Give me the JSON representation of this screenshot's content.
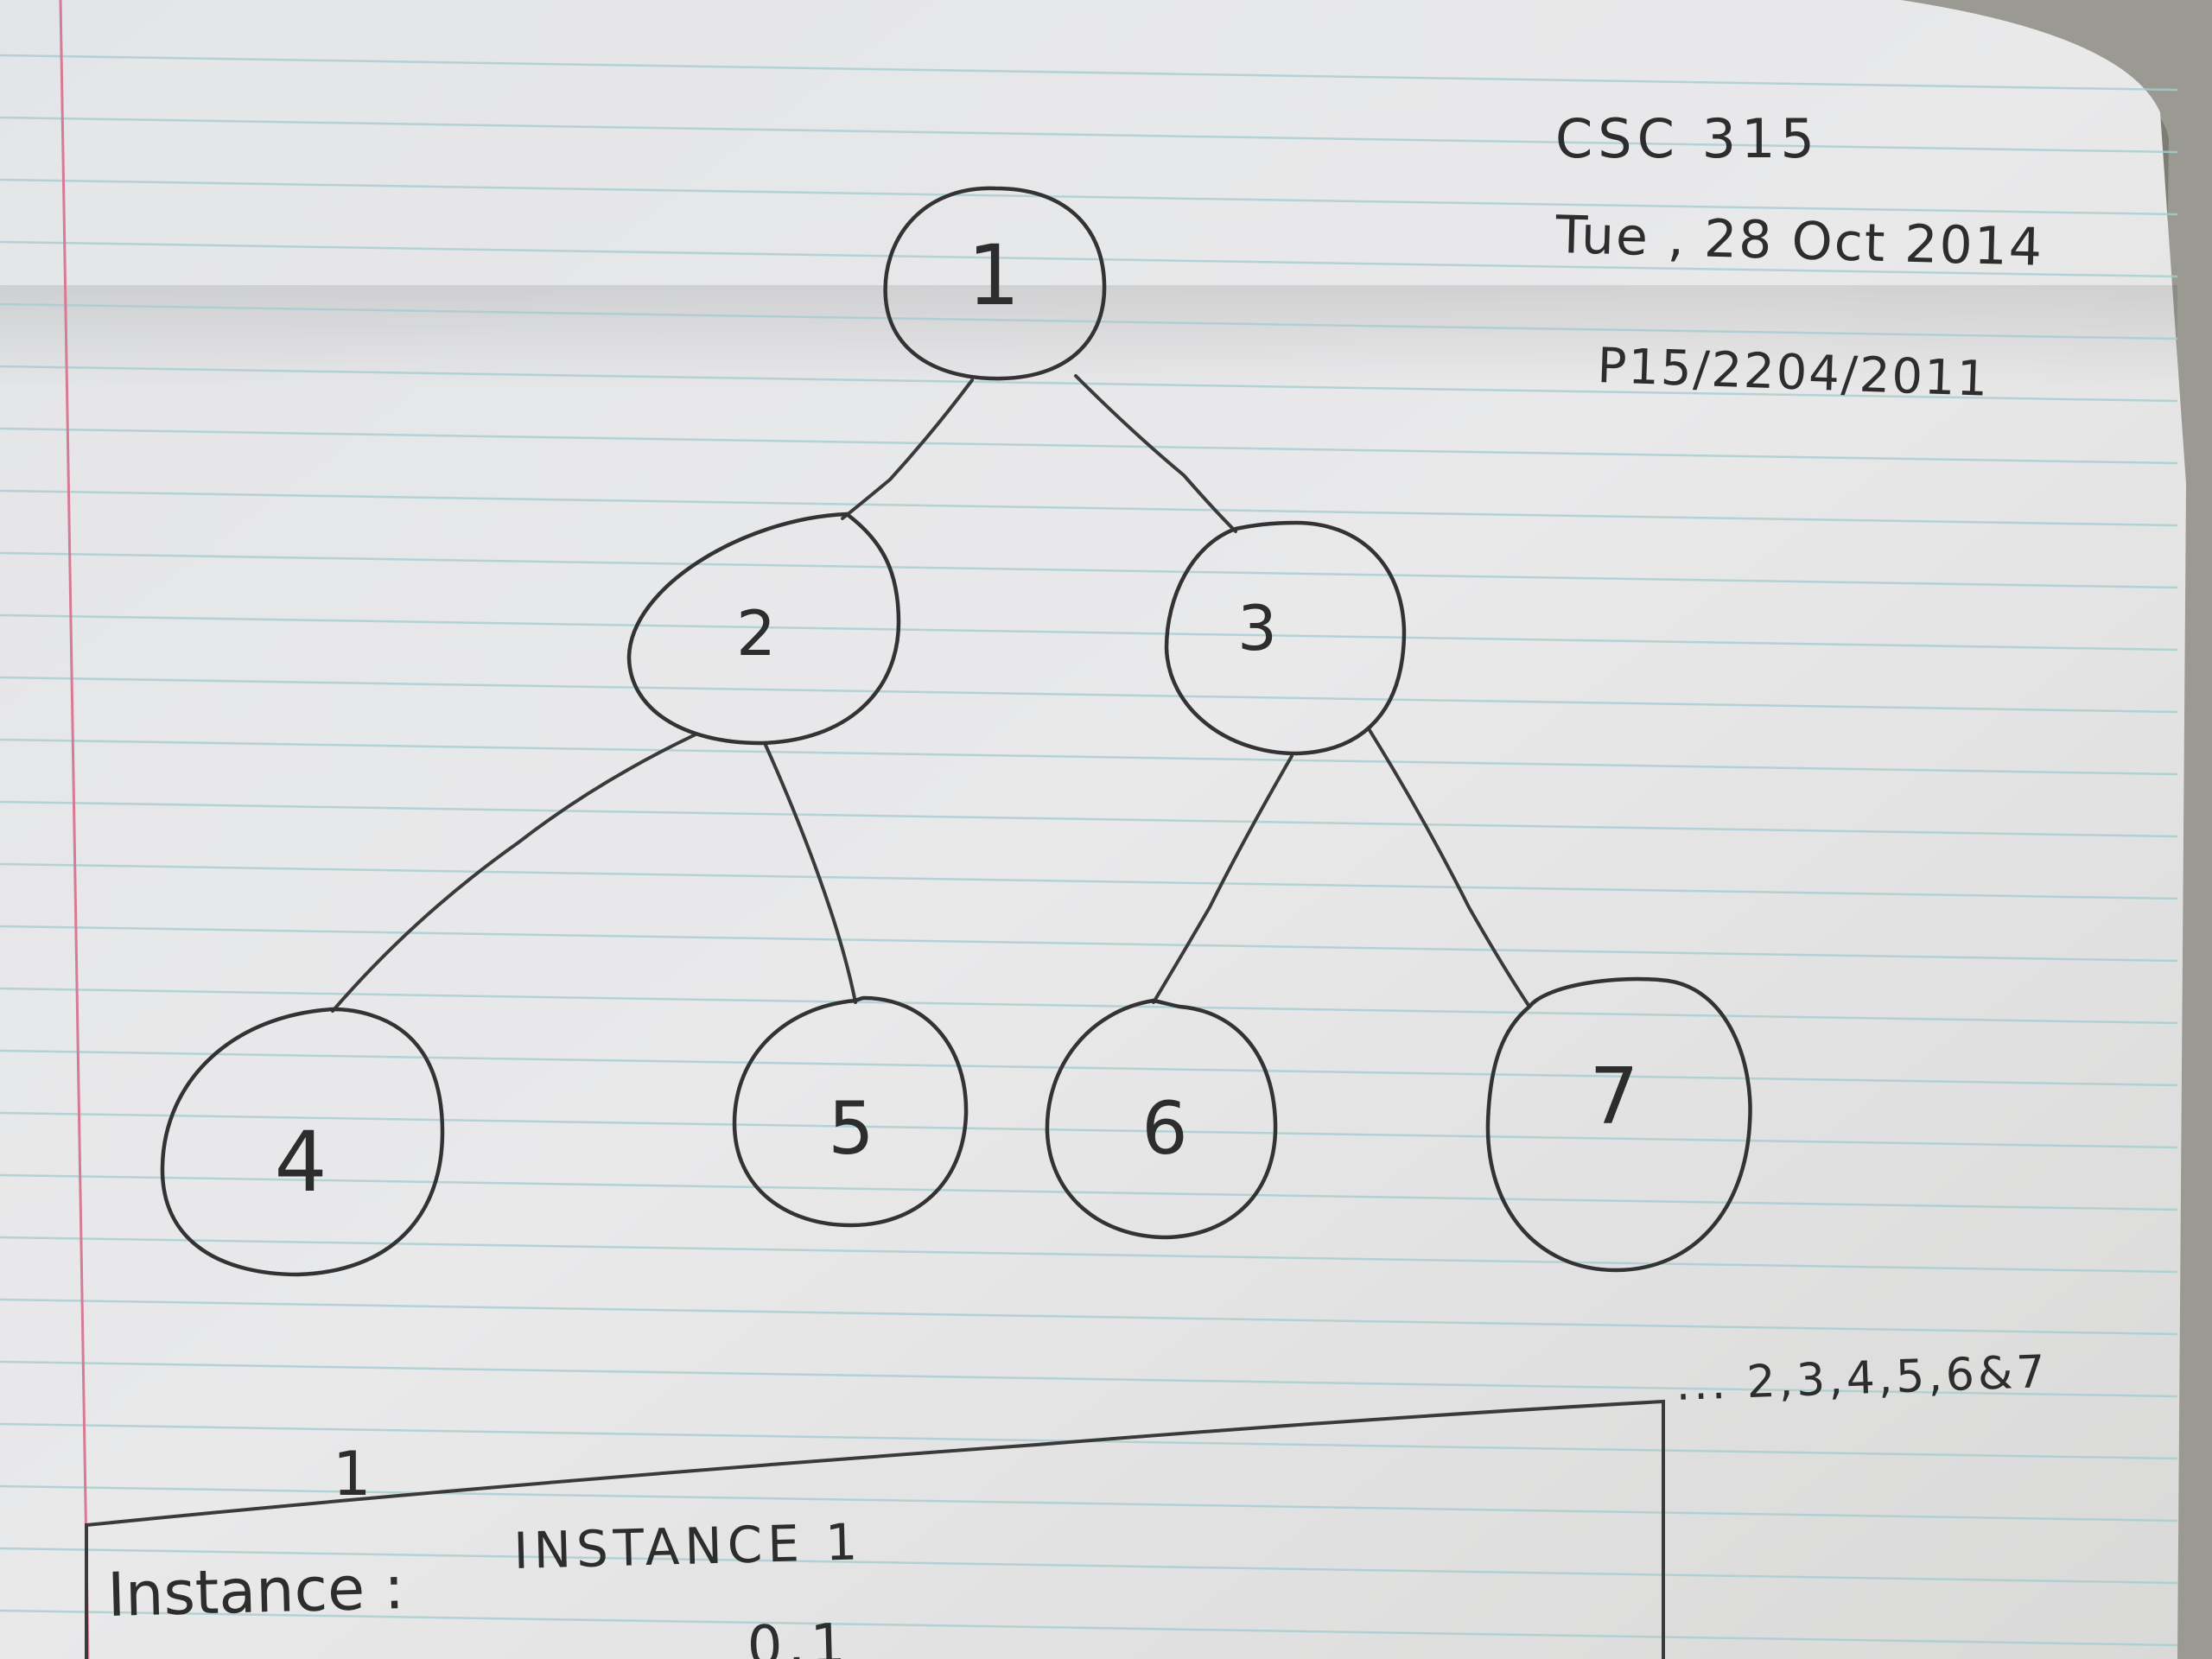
{
  "header": {
    "course": "CSC 315",
    "date": "Tue , 28 Oct 2014",
    "student_id": "P15/2204/2011"
  },
  "tree": {
    "nodes": [
      {
        "id": "1",
        "label": "1"
      },
      {
        "id": "2",
        "label": "2"
      },
      {
        "id": "3",
        "label": "3"
      },
      {
        "id": "4",
        "label": "4"
      },
      {
        "id": "5",
        "label": "5"
      },
      {
        "id": "6",
        "label": "6"
      },
      {
        "id": "7",
        "label": "7"
      }
    ],
    "edges": [
      [
        "1",
        "2"
      ],
      [
        "1",
        "3"
      ],
      [
        "2",
        "4"
      ],
      [
        "2",
        "5"
      ],
      [
        "3",
        "6"
      ],
      [
        "3",
        "7"
      ]
    ]
  },
  "annotation": "... 2,3,4,5,6&7",
  "box": {
    "label": "1",
    "instance_label": "Instance :",
    "instance_value": "INSTANCE 1",
    "partial_line": "... 0.1"
  },
  "colors": {
    "paper": "#e7e8ea",
    "rule_line": "#9fc9cc",
    "margin_line": "#d56a87",
    "ink": "#2d2d2d"
  }
}
